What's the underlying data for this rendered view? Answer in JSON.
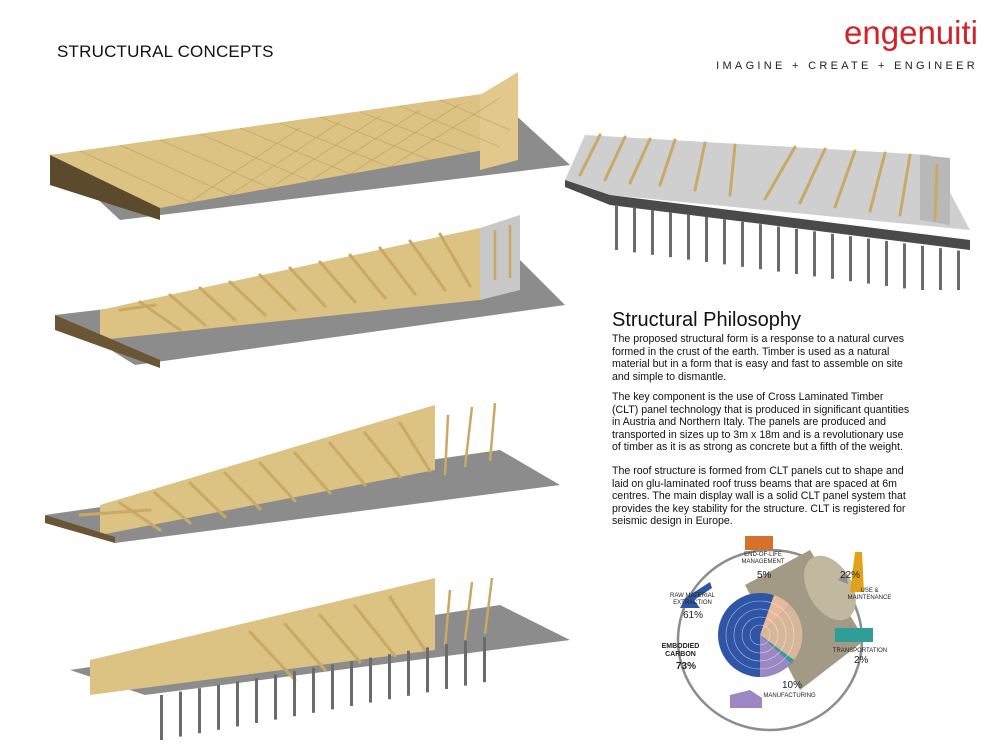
{
  "header": {
    "title": "STRUCTURAL CONCEPTS",
    "brand": "engenuiti",
    "tagline": "IMAGINE + CREATE + ENGINEER"
  },
  "philosophy": {
    "heading": "Structural Philosophy",
    "paragraphs": [
      "The proposed structural form is a response to a natural curves formed in the crust of the earth.  Timber is used as a natural material but in a form that is easy and fast to assemble on site and simple to dismantle.",
      "The key component is the use of Cross Laminated Timber (CLT) panel technology that is produced in significant quantities in Austria and Northern Italy.  The panels are produced and transported in sizes up to 3m x 18m and is a revolutionary use of timber as it is as strong as concrete but a fifth of the weight.",
      "The roof structure is formed from CLT panels cut to shape and laid on glu-laminated roof truss beams that are spaced at 6m centres. The main display wall is a solid CLT panel system that provides the key stability for the structure.  CLT is registered for seismic design in Europe."
    ]
  },
  "lifecycle": {
    "end_of_life": {
      "label": "END-OF-LIFE\nMANAGEMENT",
      "pct": "5%"
    },
    "use": {
      "label": "USE &\nMAINTENANCE",
      "pct": "22%"
    },
    "raw": {
      "label": "RAW MATERIAL\nEXTRACTION",
      "pct": "61%"
    },
    "transport": {
      "label": "TRANSPORTATION",
      "pct": "2%"
    },
    "manufacturing": {
      "label": "MANUFACTURING",
      "pct": "10%"
    },
    "embodied": {
      "label1": "EMBODIED",
      "label2": "CARBON",
      "pct": "73%"
    }
  },
  "colors": {
    "brand": "#d3232a",
    "timber": "#d9bd7c",
    "timber_dark": "#b8995a",
    "shadow": "#8a8a8a",
    "raw": "#2f56a6",
    "manufacturing": "#9c86c4",
    "use": "#e0a21a",
    "end_of_life": "#d7702a",
    "transport": "#2f9e98"
  }
}
